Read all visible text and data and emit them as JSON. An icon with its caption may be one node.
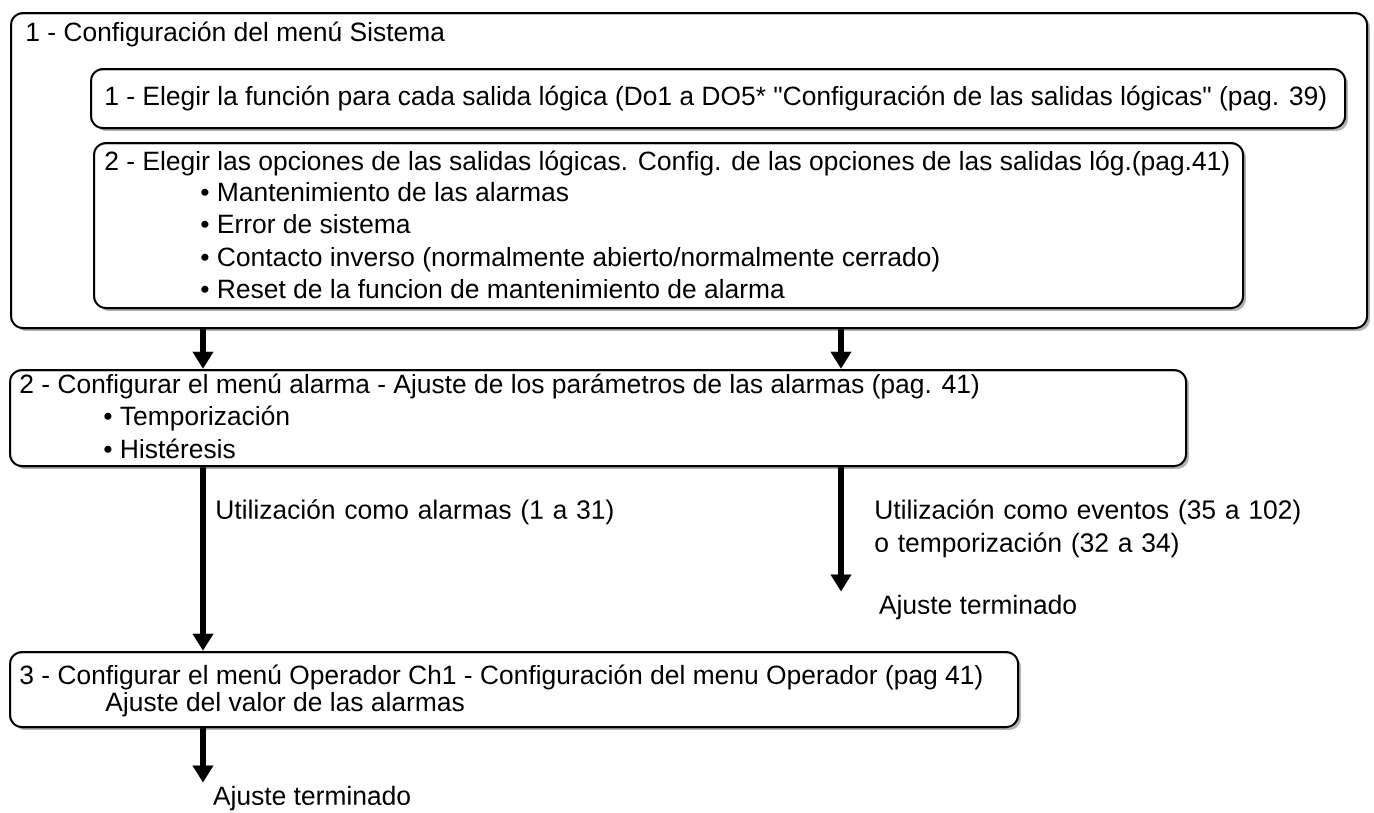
{
  "diagram": {
    "nodes": [
      {
        "text": [
          "1 - Configuración del menú Sistema"
        ]
      },
      {
        "text": [
          "1 - Elegir la función para cada salida lógica (Do1 a DO5* \"Configuración de las salidas lógicas\" (pag. 39)"
        ],
        "in": 0
      },
      {
        "text": [
          "2 - Elegir las opciones de las salidas lógicas. Config. de las opciones de las salidas lóg.(pag.41)",
          "• Mantenimiento de las alarmas",
          "• Error de sistema",
          "• Contacto inverso (normalmente abierto/normalmente cerrado)",
          "• Reset de la funcion de mantenimiento de alarma"
        ],
        "in": 0
      },
      {
        "text": [
          "2 - Configurar el menú alarma - Ajuste de los parámetros de las alarmas (pag. 41)",
          "• Temporización",
          "• Histéresis"
        ]
      },
      {
        "text": [
          "Ajuste terminado"
        ]
      },
      {
        "text": [
          "3 - Configurar el menú Operador Ch1 - Configuración del menu Operador (pag 41)",
          "Ajuste del valor de las alarmas"
        ]
      },
      {
        "text": [
          "Ajuste terminado"
        ]
      }
    ],
    "edges": [
      {
        "from": 0,
        "to": 3,
        "arrow": "to"
      },
      {
        "from": 0,
        "to": 3,
        "arrow": "to"
      },
      {
        "from": 3,
        "to": 5,
        "arrow": "to",
        "label": "Utilización como alarmas (1 a 31)"
      },
      {
        "from": 3,
        "to": 4,
        "arrow": "to",
        "label": "Utilización como eventos (35 a 102) o temporización (32 a 34)"
      },
      {
        "from": 5,
        "to": 6,
        "arrow": "to"
      }
    ]
  }
}
